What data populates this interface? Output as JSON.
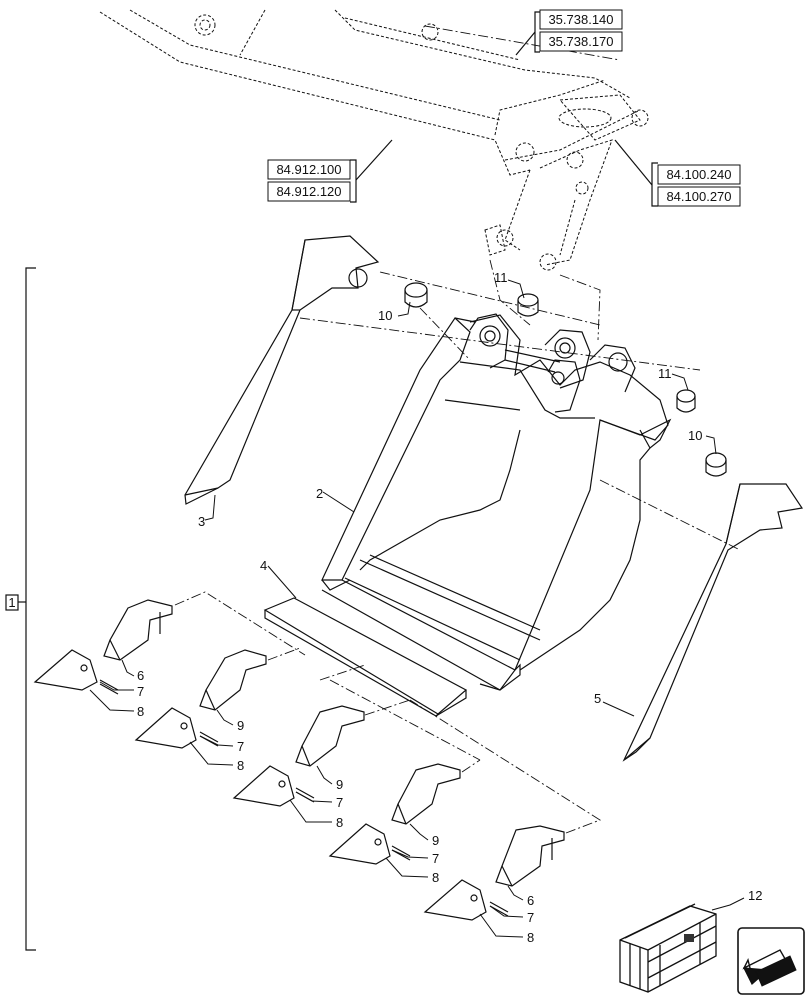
{
  "references": {
    "top": [
      "35.738.140",
      "35.738.170"
    ],
    "left": [
      "84.912.100",
      "84.912.120"
    ],
    "right": [
      "84.100.240",
      "84.100.270"
    ]
  },
  "group_label": "1",
  "callouts": {
    "c2": "2",
    "c3": "3",
    "c4": "4",
    "c5": "5",
    "c6": "6",
    "c7": "7",
    "c8": "8",
    "c9": "9",
    "c10": "10",
    "c11": "11",
    "c12": "12"
  },
  "icons": {
    "nav": "arrow-icon",
    "kit": "crate-icon"
  }
}
